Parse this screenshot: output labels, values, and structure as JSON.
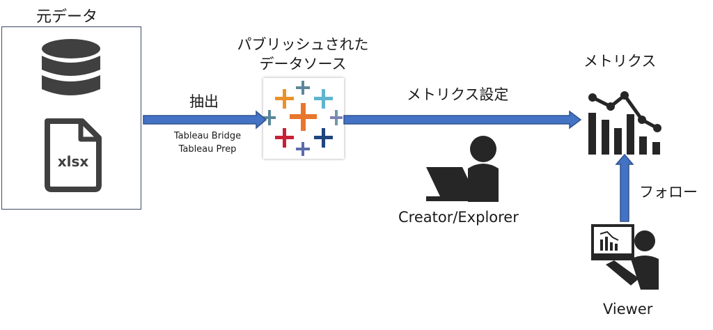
{
  "source": {
    "title": "元データ",
    "file_icon_text": "xlsx",
    "icons": [
      "database-icon",
      "xlsx-file-icon"
    ]
  },
  "extract": {
    "label": "抽出",
    "tools": [
      "Tableau Bridge",
      "Tableau Prep"
    ]
  },
  "published": {
    "title_line1": "パブリッシュされた",
    "title_line2": "データソース",
    "logo": "tableau-logo-icon"
  },
  "metrics_setting": {
    "label": "メトリクス設定"
  },
  "metrics": {
    "title": "メトリクス",
    "icon": "metrics-chart-icon"
  },
  "creator": {
    "label": "Creator/Explorer",
    "icon": "creator-person-laptop-icon"
  },
  "follow": {
    "label": "フォロー"
  },
  "viewer": {
    "label": "Viewer",
    "icon": "viewer-person-dashboard-icon"
  },
  "colors": {
    "arrow_fill": "#4472c4",
    "arrow_stroke": "#2f528f",
    "icon_dark": "#262626",
    "icon_gray": "#404040",
    "tableau_orange": "#e8762d",
    "tableau_blue": "#1f457e",
    "tableau_red": "#c72037",
    "tableau_teal": "#5b879b",
    "tableau_lightblue": "#5fb5cf",
    "tableau_purple": "#7099a6",
    "tableau_yellow": "#eb912b",
    "tableau_navy": "#59879b"
  }
}
